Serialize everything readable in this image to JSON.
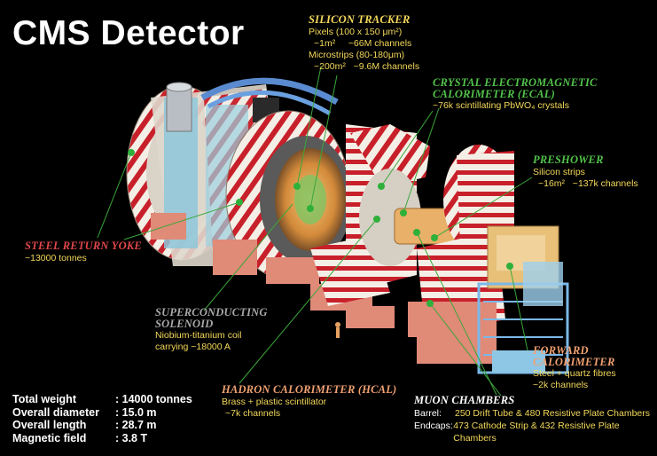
{
  "title": "CMS Detector",
  "silicon_tracker": {
    "heading": "SILICON TRACKER",
    "pixels": "Pixels (100 x 150 μm²)",
    "pixels_stats": "~1m²     ~66M channels",
    "microstrips": "Microstrips (80-180μm)",
    "microstrips_stats": "~200m²   ~9.6M channels"
  },
  "ecal": {
    "heading_line1": "CRYSTAL ELECTROMAGNETIC",
    "heading_line2": "CALORIMETER (ECAL)",
    "desc": "~76k scintillating PbWO₄ crystals"
  },
  "preshower": {
    "heading": "PRESHOWER",
    "line1": "Silicon strips",
    "line2": "~16m²   ~137k channels"
  },
  "yoke": {
    "heading": "STEEL RETURN YOKE",
    "desc": "~13000 tonnes"
  },
  "solenoid": {
    "heading_line1": "SUPERCONDUCTING",
    "heading_line2": "SOLENOID",
    "line1": "Niobium-titanium coil",
    "line2": "carrying ~18000 A"
  },
  "forward": {
    "heading_line1": "FORWARD",
    "heading_line2": "CALORIMETER",
    "line1": "Steel + quartz fibres",
    "line2": "~2k channels"
  },
  "hcal": {
    "heading": "HADRON CALORIMETER (HCAL)",
    "line1": "Brass + plastic scintillator",
    "line2": "~7k channels"
  },
  "muon": {
    "heading": "MUON CHAMBERS",
    "barrel_label": "Barrel:",
    "barrel_value": "250 Drift Tube & 480 Resistive Plate Chambers",
    "endcaps_label": "Endcaps:",
    "endcaps_value": "473 Cathode Strip & 432 Resistive Plate Chambers"
  },
  "stats": [
    {
      "label": "Total weight",
      "value": ": 14000 tonnes"
    },
    {
      "label": "Overall diameter",
      "value": ": 15.0 m"
    },
    {
      "label": "Overall length",
      "value": ": 28.7 m"
    },
    {
      "label": "Magnetic field",
      "value": ": 3.8 T"
    }
  ],
  "colors": {
    "silicon_heading": "#f3d85a",
    "ecal_heading": "#52c24a",
    "preshower_heading": "#52c24a",
    "yoke_heading": "#e0474a",
    "solenoid_heading": "#a9a9a9",
    "forward_heading": "#f0a070",
    "hcal_heading": "#f0a070",
    "muon_heading": "#ffffff",
    "detail_text": "#f3d85a"
  }
}
